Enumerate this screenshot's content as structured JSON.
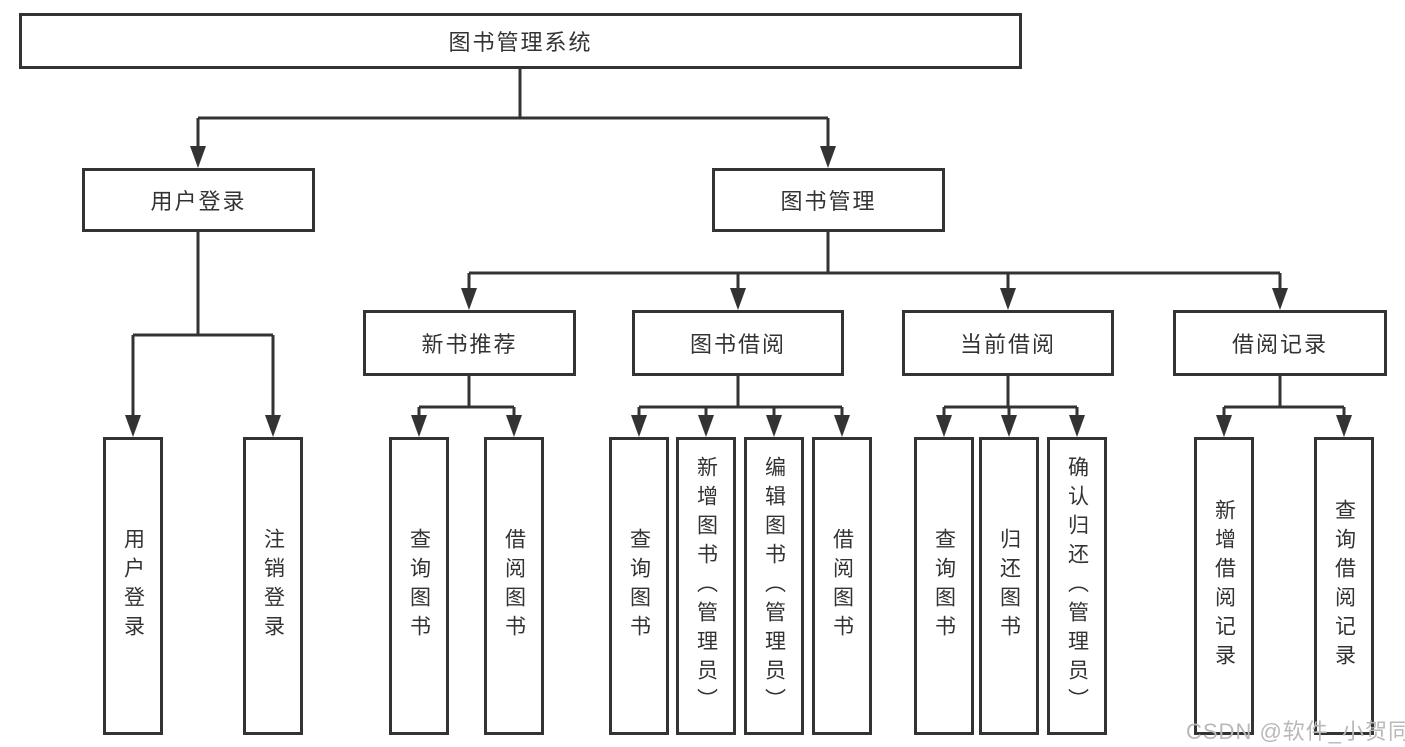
{
  "tree": {
    "root": {
      "label": "图书管理系统",
      "children": [
        {
          "label": "用户登录",
          "children": [
            {
              "label": "用户登录"
            },
            {
              "label": "注销登录"
            }
          ]
        },
        {
          "label": "图书管理",
          "children": [
            {
              "label": "新书推荐",
              "children": [
                {
                  "label": "查询图书"
                },
                {
                  "label": "借阅图书"
                }
              ]
            },
            {
              "label": "图书借阅",
              "children": [
                {
                  "label": "查询图书"
                },
                {
                  "label": "新增图书（管理员）"
                },
                {
                  "label": "编辑图书（管理员）"
                },
                {
                  "label": "借阅图书"
                }
              ]
            },
            {
              "label": "当前借阅",
              "children": [
                {
                  "label": "查询图书"
                },
                {
                  "label": "归还图书"
                },
                {
                  "label": "确认归还（管理员）"
                }
              ]
            },
            {
              "label": "借阅记录",
              "children": [
                {
                  "label": "新增借阅记录"
                },
                {
                  "label": "查询借阅记录"
                }
              ]
            }
          ]
        }
      ]
    }
  },
  "watermark": {
    "text": "CSDN @软件_小贺同学"
  },
  "colors": {
    "line": "#333333",
    "box_border": "#333333",
    "text": "#333333",
    "background": "#ffffff",
    "watermark": "#b9b9b9"
  }
}
